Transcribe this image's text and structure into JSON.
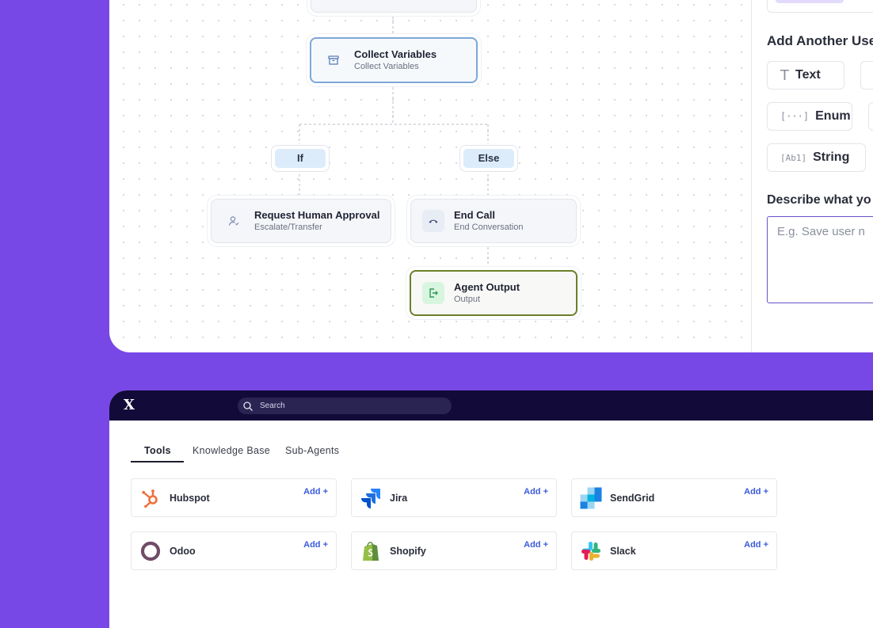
{
  "flow": {
    "partial_top_node": "",
    "collect_node": {
      "title": "Collect Variables",
      "subtitle": "Collect Variables",
      "icon": "archive-icon"
    },
    "conditions": {
      "if_label": "If",
      "else_label": "Else"
    },
    "approval_node": {
      "title": "Request Human Approval",
      "subtitle": "Escalate/Transfer",
      "icon": "user-icon"
    },
    "end_call_node": {
      "title": "End Call",
      "subtitle": "End Conversation",
      "icon": "phone-hangup-icon"
    },
    "output_node": {
      "title": "Agent Output",
      "subtitle": "Output",
      "icon": "exit-icon"
    }
  },
  "side_panel": {
    "add_heading": "Add Another Use",
    "types": [
      {
        "icon_text": "T",
        "label": "Text"
      },
      {
        "icon_text": "[···]",
        "label": "Enum"
      },
      {
        "icon_text": "[Ab1]",
        "label": "String"
      }
    ],
    "describe_heading": "Describe what yo",
    "describe_placeholder": "E.g. Save user n"
  },
  "app": {
    "logo_text": "X",
    "search_placeholder": "Search",
    "tabs": [
      {
        "label": "Tools",
        "active": true
      },
      {
        "label": "Knowledge Base",
        "active": false
      },
      {
        "label": "Sub-Agents",
        "active": false
      }
    ],
    "add_label": "Add +",
    "integrations": [
      {
        "name": "Hubspot",
        "icon": "hubspot-logo"
      },
      {
        "name": "Jira",
        "icon": "jira-logo"
      },
      {
        "name": "SendGrid",
        "icon": "sendgrid-logo"
      },
      {
        "name": "Odoo",
        "icon": "odoo-logo"
      },
      {
        "name": "Shopify",
        "icon": "shopify-logo"
      },
      {
        "name": "Slack",
        "icon": "slack-logo"
      }
    ]
  },
  "colors": {
    "background": "#7848e6",
    "navbar": "#120b3a",
    "selected_node_border": "#7ea7d8",
    "output_node_border": "#6b7f2a",
    "condition_fill": "#dcecfb",
    "link": "#3b5bdb"
  }
}
